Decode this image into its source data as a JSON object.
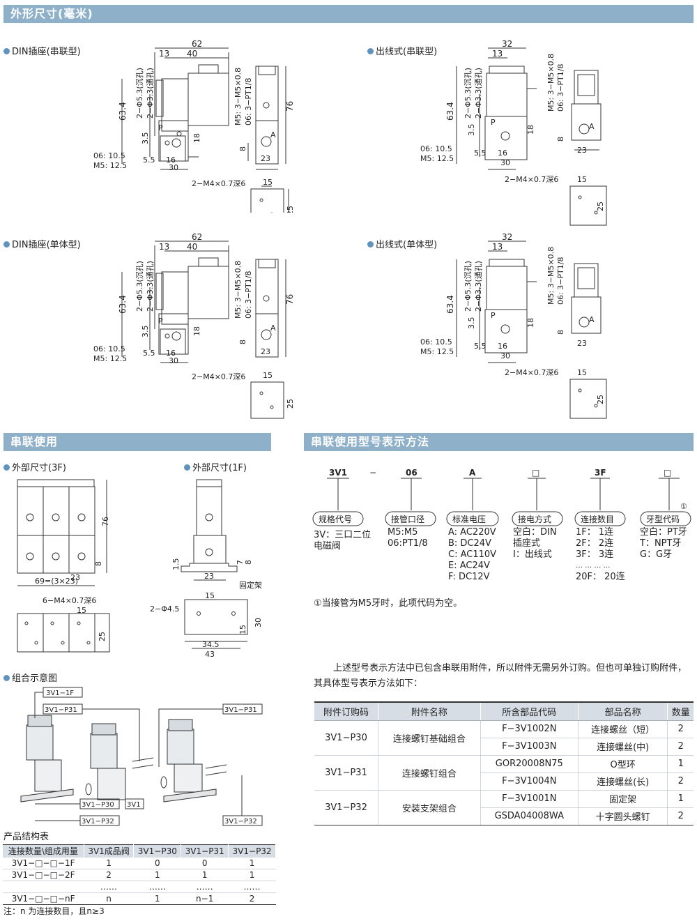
{
  "sections": {
    "dims_title": "外形尺寸(毫米)",
    "series_title": "串联使用",
    "model_title": "串联使用型号表示方法"
  },
  "views": {
    "din_series": "DIN插座(串联型)",
    "wire_series": "出线式(串联型)",
    "din_single": "DIN插座(单体型)",
    "wire_single": "出线式(单体型)",
    "ext_3f": "外部尺寸(3F)",
    "ext_1f": "外部尺寸(1F)",
    "assembly": "组合示意图"
  },
  "din_dims": {
    "w62": "62",
    "w40": "40",
    "w13": "13",
    "h634": "63.4",
    "h76": "76",
    "hole1": "2−Φ5.3(沉孔)",
    "hole2": "2−Φ3.3(通孔)",
    "port": "M5: 3−M5×0.8",
    "port2": "06: 3−PT1/8",
    "d35": "3.5",
    "d18": "18",
    "d8": "8",
    "d55": "5.5",
    "d16": "16",
    "d30": "30",
    "d23": "23",
    "n06": "06: 10.5",
    "nm5": "M5: 12.5",
    "mount": "2−M4×0.7深6",
    "d15": "15",
    "d25": "25",
    "P": "P",
    "A": "A"
  },
  "wire_dims": {
    "w32": "32",
    "w13": "13"
  },
  "series_dims": {
    "h76": "76",
    "d23": "23",
    "d8": "8",
    "total": "69=(3×23)",
    "mount": "6−M4×0.7深6",
    "d15": "15",
    "d25": "25",
    "d15b": "1.5",
    "d78": "7",
    "d8b": "8",
    "bracket": "固定架",
    "holes": "2−Φ4.5",
    "d30": "30",
    "d345": "34.5",
    "d43": "43"
  },
  "assembly_labels": {
    "f1": "3V1−1F",
    "p31": "3V1−P31",
    "p31b": "3V1−P31",
    "p30": "3V1−P30",
    "v": "3V1",
    "p32": "3V1−P32",
    "p32b": "3V1−P32"
  },
  "model": {
    "codes": [
      "3V1",
      "−",
      "06",
      "A",
      "□",
      "3F",
      "□"
    ],
    "labels": [
      "规格代号",
      "接管口径",
      "标准电压",
      "接电方式",
      "连接数目",
      "牙型代码"
    ],
    "marker": "①",
    "col1": [
      "3V：三口二位",
      "电磁阀"
    ],
    "col2": [
      "M5:M5",
      "06:PT1/8"
    ],
    "col3": [
      "A: AC220V",
      "B: DC24V",
      "C: AC110V",
      "E: AC24V",
      "F: DC12V"
    ],
    "col4": [
      "空白：DIN",
      "插座式",
      "I：出线式"
    ],
    "col5": [
      "1F：  1连",
      "2F：  2连",
      "3F：  3连",
      "… … … …",
      "20F：  20连"
    ],
    "col6": [
      "空白：PT牙",
      "T：NPT牙",
      "G：G牙"
    ],
    "note": "①当接管为M5牙时，此项代码为空。",
    "para": "上述型号表示方法中已包含串联用附件，所以附件无需另外订购。但也可单独订购附件，其具体型号表示方法如下："
  },
  "accessory_table": {
    "headers": [
      "附件订购码",
      "附件名称",
      "所含部品代码",
      "部品名称",
      "数量"
    ],
    "groups": [
      {
        "code": "3V1−P30",
        "name": "连接螺钉基础组合",
        "rows": [
          [
            "F−3V1002N",
            "连接螺丝（短）",
            "2"
          ],
          [
            "F−3V1003N",
            "连接螺丝(中)",
            "2"
          ]
        ]
      },
      {
        "code": "3V1−P31",
        "name": "连接螺钉组合",
        "rows": [
          [
            "GOR20008N75",
            "O型环",
            "1"
          ],
          [
            "F−3V1004N",
            "连接螺丝(长)",
            "2"
          ]
        ]
      },
      {
        "code": "3V1−P32",
        "name": "安装支架组合",
        "rows": [
          [
            "F−3V1001N",
            "固定架",
            "1"
          ],
          [
            "GSDA04008WA",
            "十字圆头螺钉",
            "2"
          ]
        ]
      }
    ]
  },
  "product_structure": {
    "title": "产品结构表",
    "headers": [
      "连接数量\\组成用量",
      "3V1成品阀",
      "3V1−P30",
      "3V1−P31",
      "3V1−P32"
    ],
    "rows": [
      [
        "3V1−□−□−1F",
        "1",
        "0",
        "0",
        "1"
      ],
      [
        "3V1−□−□−2F",
        "2",
        "1",
        "1",
        "1"
      ],
      [
        "",
        "……",
        "……",
        "……",
        "……"
      ],
      [
        "3V1−□−□−nF",
        "n",
        "1",
        "n−1",
        "2"
      ]
    ],
    "note": "注：n 为连接数目，且n≥3"
  }
}
